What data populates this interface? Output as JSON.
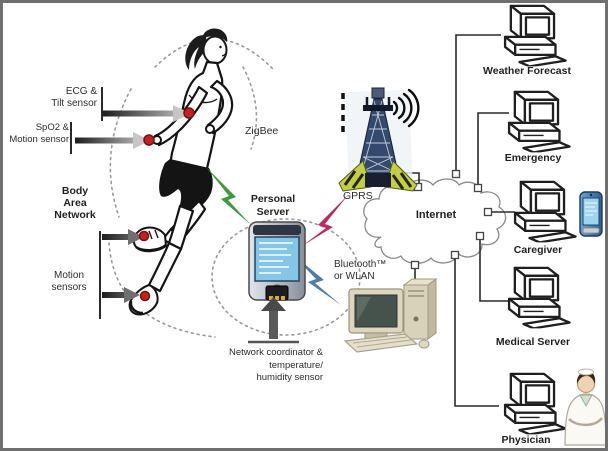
{
  "colors": {
    "zigbee_green": "#3c9a3c",
    "gprs_magenta": "#bb2a60",
    "bluetooth_blue": "#4c7ea8",
    "sensor_red": "#c32222"
  },
  "body_area_network": {
    "ecg_label": "ECG &\nTilt sensor",
    "spo2_label": "SpO2 &\nMotion sensor",
    "ban_label": "Body\nArea\nNetwork",
    "motion_label": "Motion\nsensors"
  },
  "links": {
    "zigbee_label": "ZigBee",
    "gprs_label": "GPRS",
    "bluetooth_label": "Bluetooth™\nor WLAN"
  },
  "personal_server": {
    "label": "Personal\nServer",
    "coordinator_label": "Network coordinator &\ntemperature/\nhumidity sensor"
  },
  "internet": {
    "label": "Internet"
  },
  "remote_nodes": {
    "items": [
      {
        "label": "Weather Forecast"
      },
      {
        "label": "Emergency"
      },
      {
        "label": "Caregiver"
      },
      {
        "label": "Medical Server"
      },
      {
        "label": "Physician"
      }
    ]
  }
}
